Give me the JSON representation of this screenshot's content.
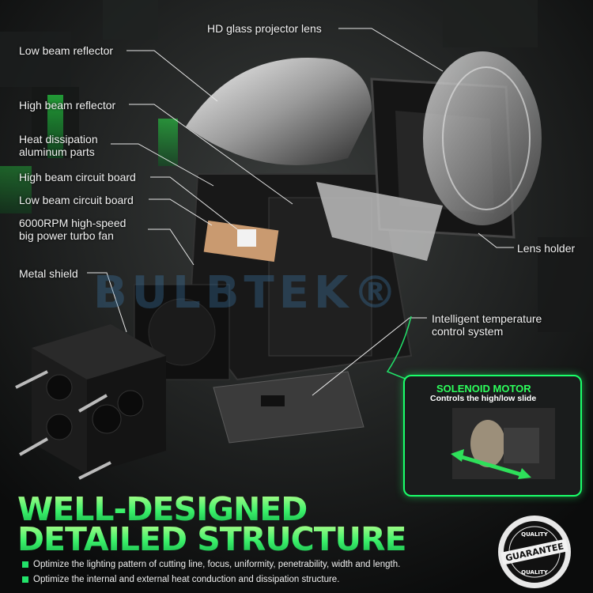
{
  "labels": {
    "hd_lens": "HD glass projector lens",
    "low_reflector": "Low beam reflector",
    "high_reflector": "High beam reflector",
    "heat_parts": "Heat dissipation\naluminum parts",
    "high_board": "High beam circuit board",
    "low_board": "Low beam circuit board",
    "fan": "6000RPM high-speed\nbig power turbo fan",
    "metal_shield": "Metal shield",
    "lens_holder": "Lens holder",
    "temp_control": "Intelligent temperature\ncontrol system"
  },
  "watermark": "BULBTEK®",
  "inset": {
    "title": "SOLENOID MOTOR",
    "subtitle": "Controls the high/low slide"
  },
  "headline": {
    "line1": "WELL-DESIGNED",
    "line2": "DETAILED STRUCTURE"
  },
  "bullets": [
    "Optimize the lighting pattern of cutting line, focus, uniformity, penetrability, width and length.",
    "Optimize the internal and external heat conduction and dissipation structure."
  ],
  "badge": {
    "top": "QUALITY",
    "middle": "GUARANTEE",
    "bottom": "QUALITY"
  },
  "colors": {
    "accent": "#22e36a",
    "background": "#0d0f0e"
  }
}
